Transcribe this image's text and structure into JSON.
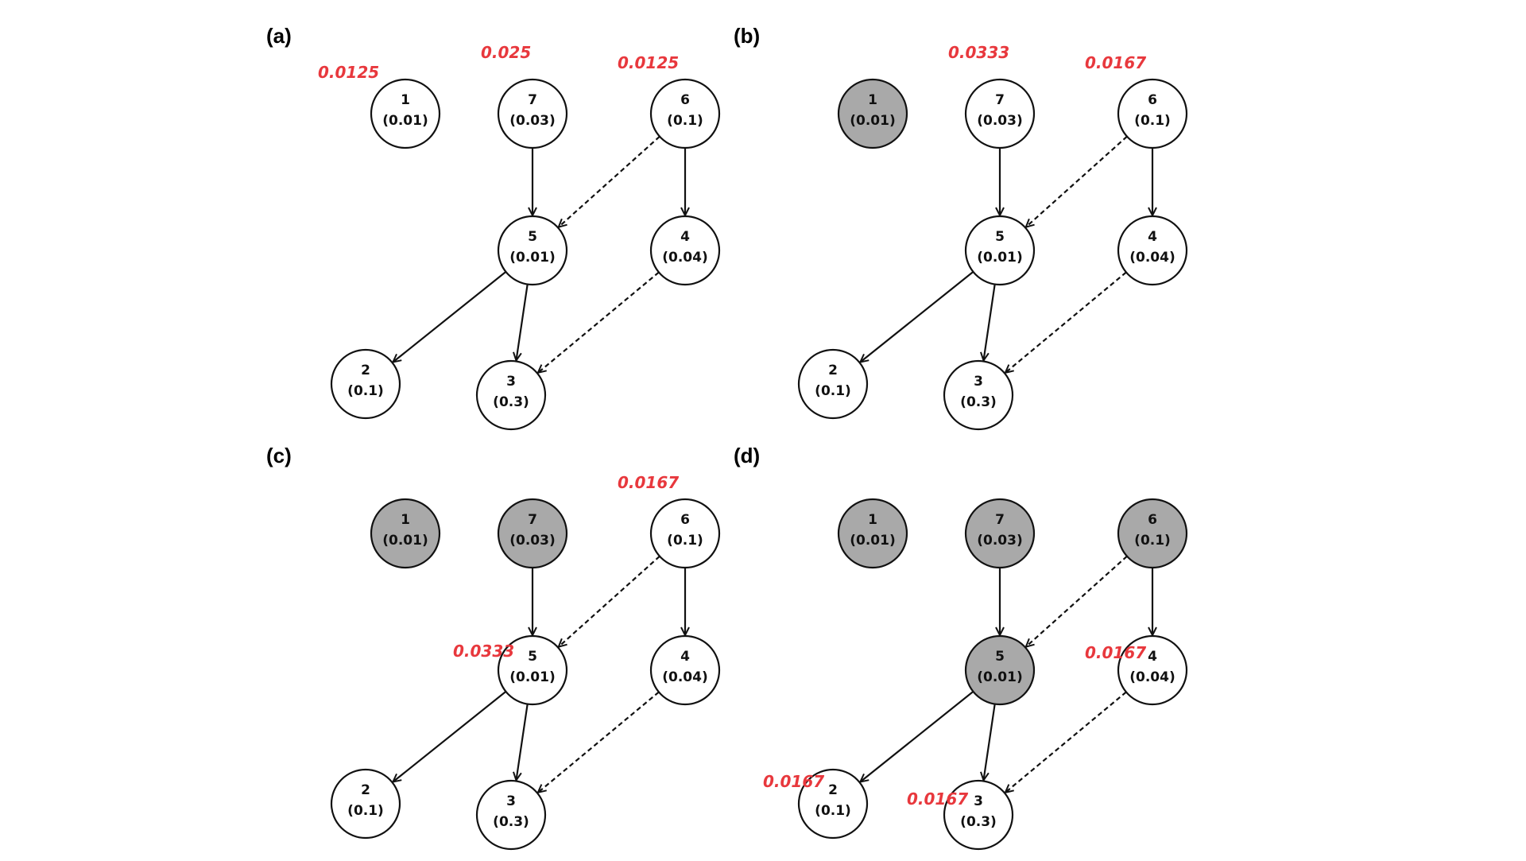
{
  "colors": {
    "background": "#ffffff",
    "edge": "#111111",
    "node_stroke": "#111111",
    "node_fill": "#ffffff",
    "node_fill_selected": "#a9a9a9",
    "annotation": "#e8383d",
    "text": "#111111"
  },
  "nodes": [
    {
      "id": "1",
      "value": "(0.01)"
    },
    {
      "id": "7",
      "value": "(0.03)"
    },
    {
      "id": "6",
      "value": "(0.1)"
    },
    {
      "id": "5",
      "value": "(0.01)"
    },
    {
      "id": "4",
      "value": "(0.04)"
    },
    {
      "id": "2",
      "value": "(0.1)"
    },
    {
      "id": "3",
      "value": "(0.3)"
    }
  ],
  "edges": [
    {
      "from": "7",
      "to": "5",
      "style": "solid"
    },
    {
      "from": "6",
      "to": "5",
      "style": "dashed"
    },
    {
      "from": "6",
      "to": "4",
      "style": "solid"
    },
    {
      "from": "5",
      "to": "2",
      "style": "solid"
    },
    {
      "from": "5",
      "to": "3",
      "style": "solid"
    },
    {
      "from": "4",
      "to": "3",
      "style": "dashed"
    }
  ],
  "panels": [
    {
      "label": "(a)",
      "selected": [],
      "annotations": [
        {
          "node": "1",
          "text": "0.0125"
        },
        {
          "node": "7",
          "text": "0.025"
        },
        {
          "node": "6",
          "text": "0.0125"
        }
      ]
    },
    {
      "label": "(b)",
      "selected": [
        "1"
      ],
      "annotations": [
        {
          "node": "7",
          "text": "0.0333"
        },
        {
          "node": "6",
          "text": "0.0167"
        }
      ]
    },
    {
      "label": "(c)",
      "selected": [
        "1",
        "7"
      ],
      "annotations": [
        {
          "node": "6",
          "text": "0.0167"
        },
        {
          "node": "5",
          "text": "0.0333"
        }
      ]
    },
    {
      "label": "(d)",
      "selected": [
        "1",
        "7",
        "6",
        "5"
      ],
      "annotations": [
        {
          "node": "4",
          "text": "0.0167"
        },
        {
          "node": "2",
          "text": "0.0167"
        },
        {
          "node": "3",
          "text": "0.0167"
        }
      ]
    }
  ]
}
